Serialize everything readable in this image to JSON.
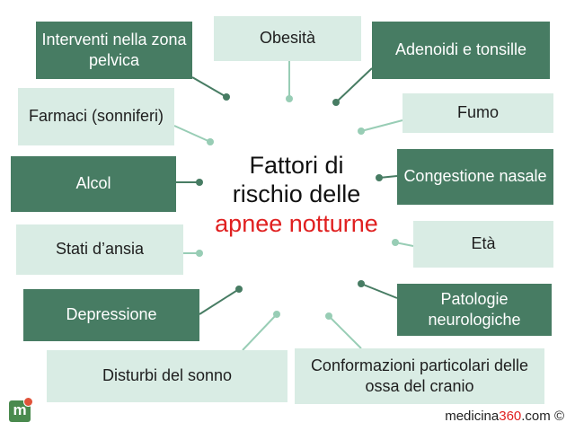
{
  "diagram": {
    "center": {
      "line1": "Fattori di",
      "line2": "rischio delle",
      "line3": "apnee notturne"
    },
    "factors": [
      {
        "id": "interventi",
        "text": "Interventi nella zona pelvica",
        "tone": "dark"
      },
      {
        "id": "obesita",
        "text": "Obesità",
        "tone": "light"
      },
      {
        "id": "adenoidi",
        "text": "Adenoidi e tonsille",
        "tone": "dark"
      },
      {
        "id": "farmaci",
        "text": "Farmaci (sonniferi)",
        "tone": "light"
      },
      {
        "id": "fumo",
        "text": "Fumo",
        "tone": "light"
      },
      {
        "id": "alcol",
        "text": "Alcol",
        "tone": "dark"
      },
      {
        "id": "congestione",
        "text": "Congestione nasale",
        "tone": "dark"
      },
      {
        "id": "ansia",
        "text": "Stati d’ansia",
        "tone": "light"
      },
      {
        "id": "eta",
        "text": "Età",
        "tone": "light"
      },
      {
        "id": "depressione",
        "text": "Depressione",
        "tone": "dark"
      },
      {
        "id": "patologie",
        "text": "Patologie neurologiche",
        "tone": "dark"
      },
      {
        "id": "disturbi",
        "text": "Disturbi del sonno",
        "tone": "light"
      },
      {
        "id": "conformazioni",
        "text": "Conformazioni particolari delle ossa del cranio",
        "tone": "light"
      }
    ]
  },
  "footer": {
    "logo_letter": "m",
    "site_prefix": "medicina",
    "site_number": "360",
    "site_suffix": ".com ©"
  },
  "colors": {
    "dark_box": "#477c63",
    "light_box": "#d9ece4",
    "dark_line": "#477c63",
    "light_line": "#98cdb5",
    "accent_red": "#e02020"
  }
}
